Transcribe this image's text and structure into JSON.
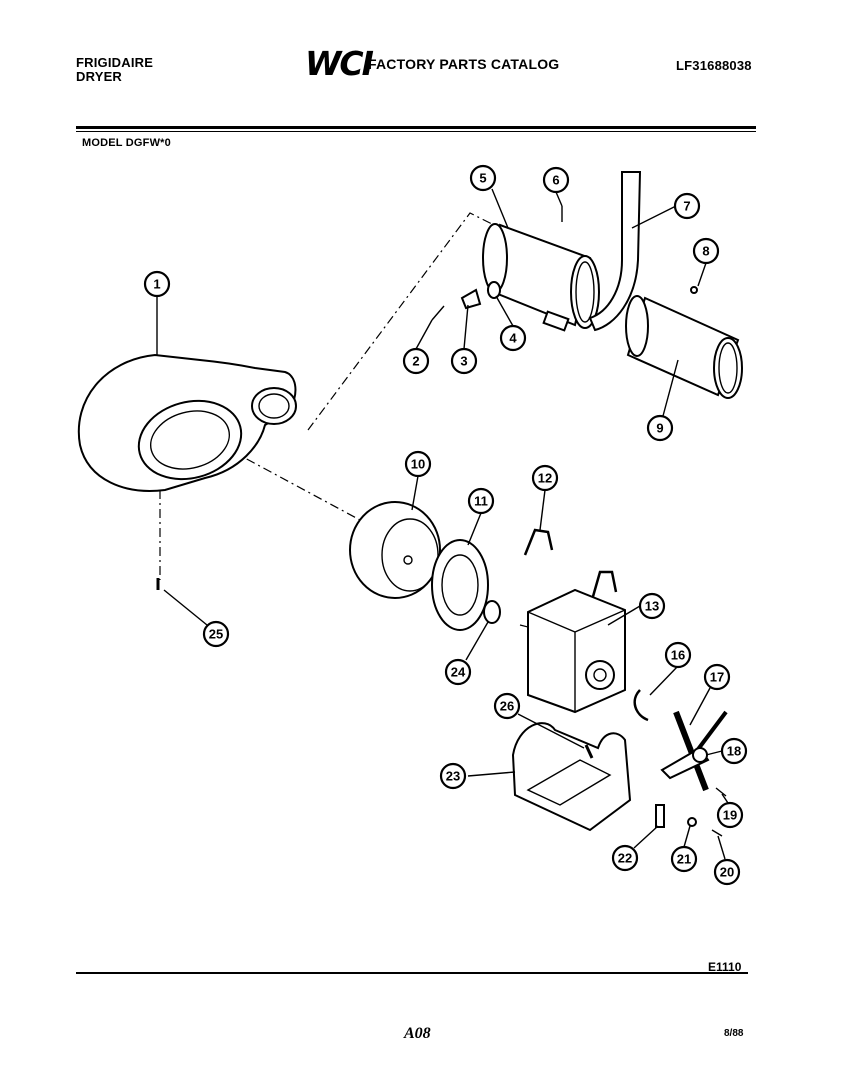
{
  "header": {
    "brand_line1": "FRIGIDAIRE",
    "brand_line2": "DRYER",
    "logo": "WCI",
    "catalog_title": "FACTORY PARTS CATALOG",
    "part_number": "LF31688038",
    "model": "MODEL DGFW*0"
  },
  "footer": {
    "code": "E1110",
    "page": "A08",
    "date": "8/88"
  },
  "callouts": [
    "1",
    "2",
    "3",
    "4",
    "5",
    "6",
    "7",
    "8",
    "9",
    "10",
    "11",
    "12",
    "13",
    "16",
    "17",
    "18",
    "19",
    "20",
    "21",
    "22",
    "23",
    "24",
    "25",
    "26"
  ]
}
